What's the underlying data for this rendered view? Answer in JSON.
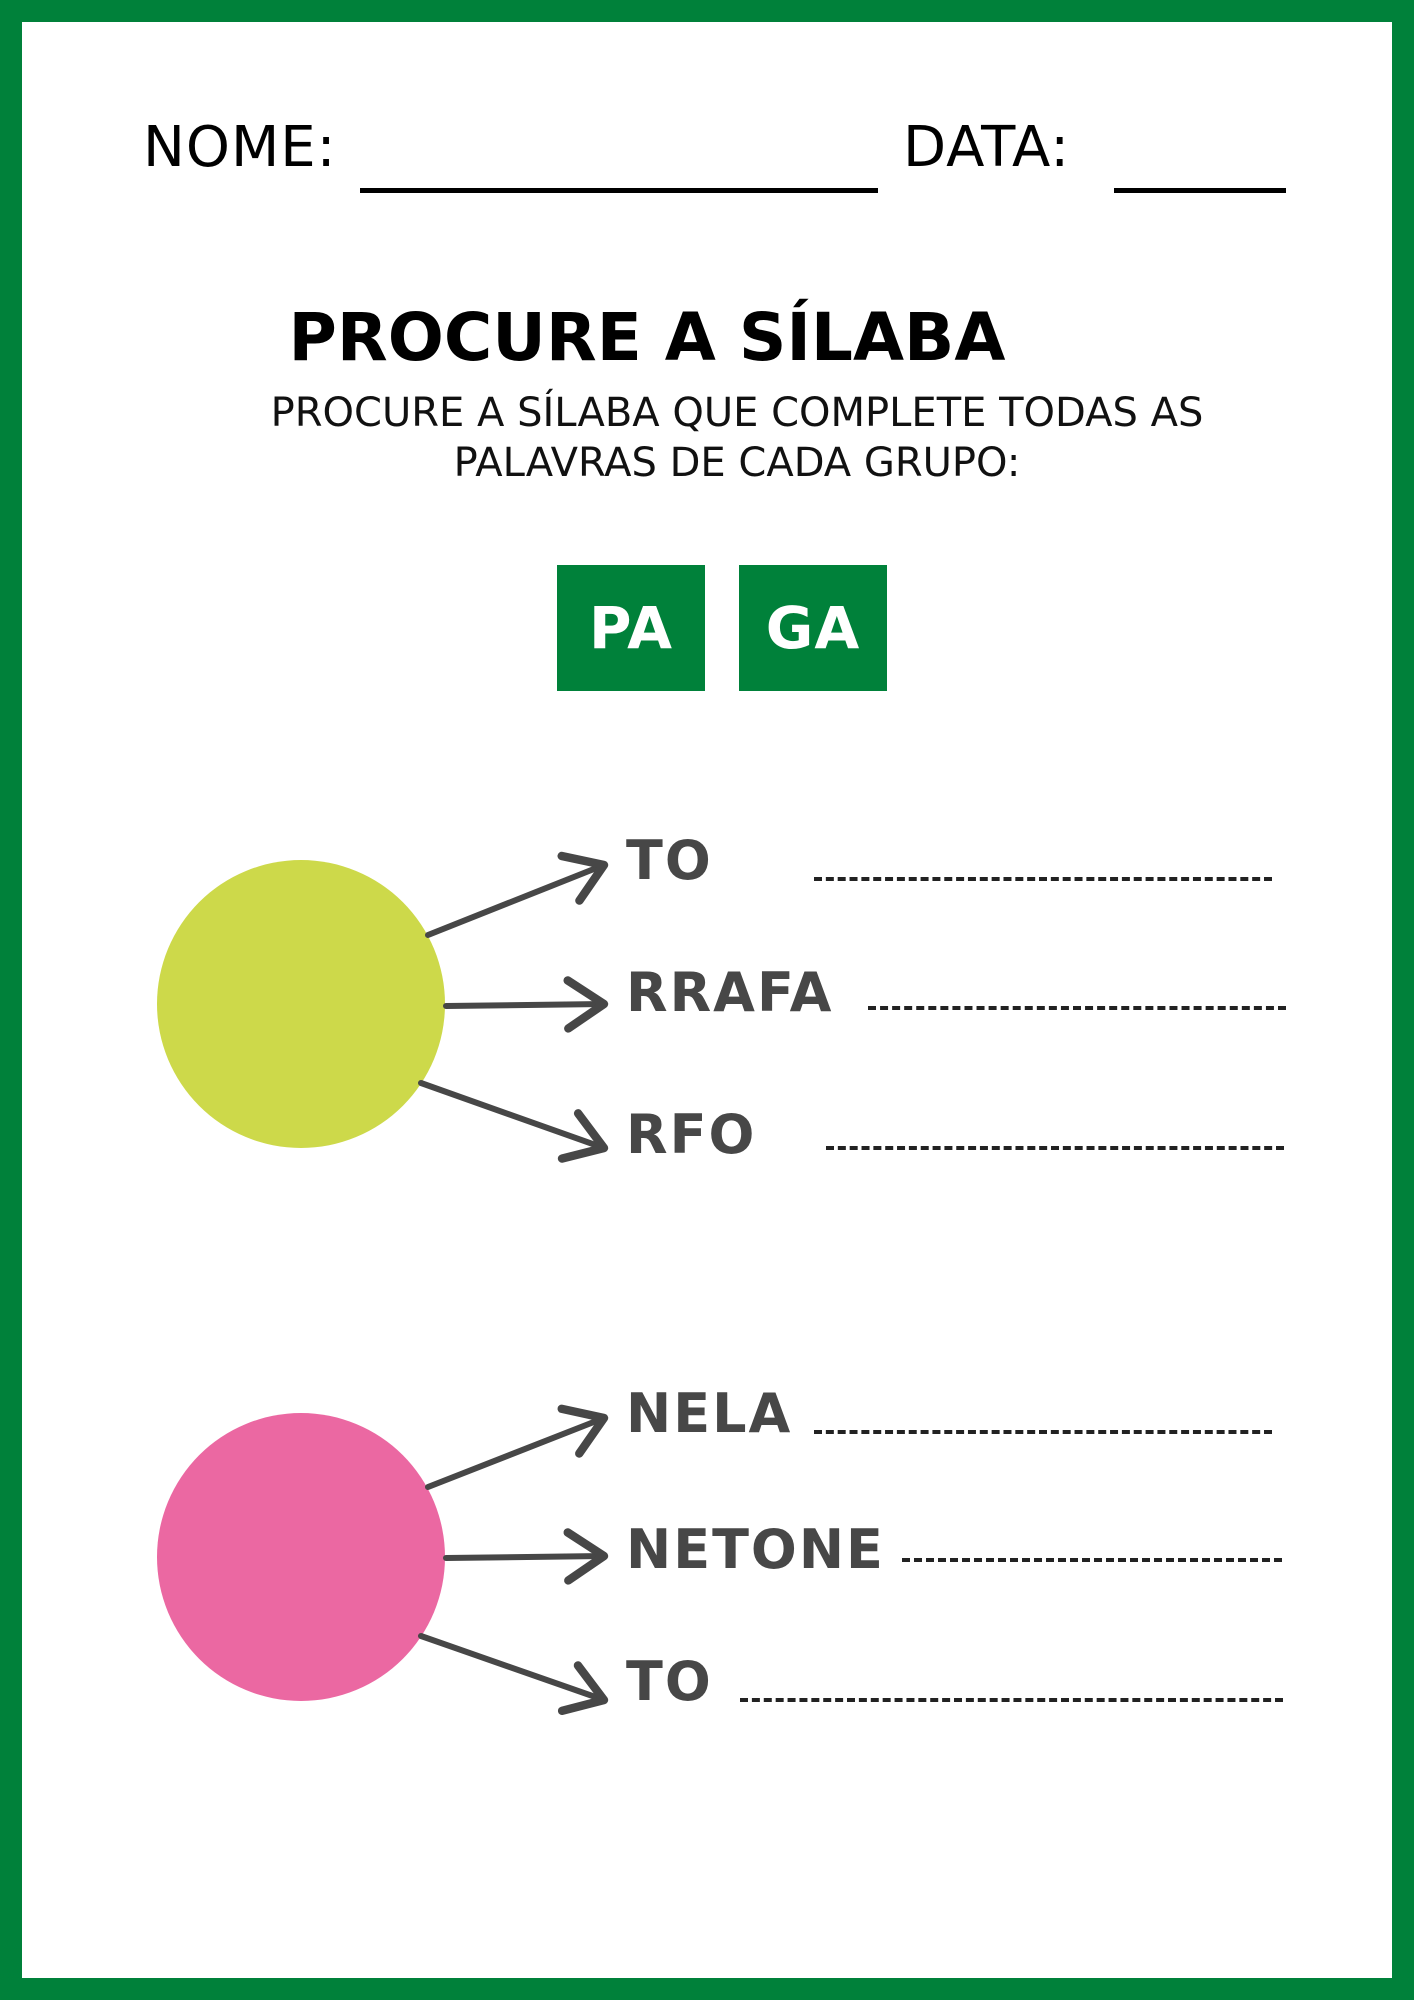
{
  "header": {
    "name_label": "NOME:",
    "date_label": "DATA:"
  },
  "title": "PROCURE A SÍLABA",
  "instructions": {
    "line1": "PROCURE A SÍLABA QUE COMPLETE TODAS AS",
    "line2": "PALAVRAS DE CADA GRUPO:"
  },
  "syllables": [
    "PA",
    "GA"
  ],
  "groups": [
    {
      "circle_color": "#cdd94a",
      "words": [
        "TO",
        "RRAFA",
        "RFO"
      ]
    },
    {
      "circle_color": "#eb68a2",
      "words": [
        "NELA",
        "NETONE",
        "TO"
      ]
    }
  ],
  "colors": {
    "border": "#00813a",
    "tile": "#00813a",
    "word_text": "#474747",
    "arrow": "#474747"
  }
}
